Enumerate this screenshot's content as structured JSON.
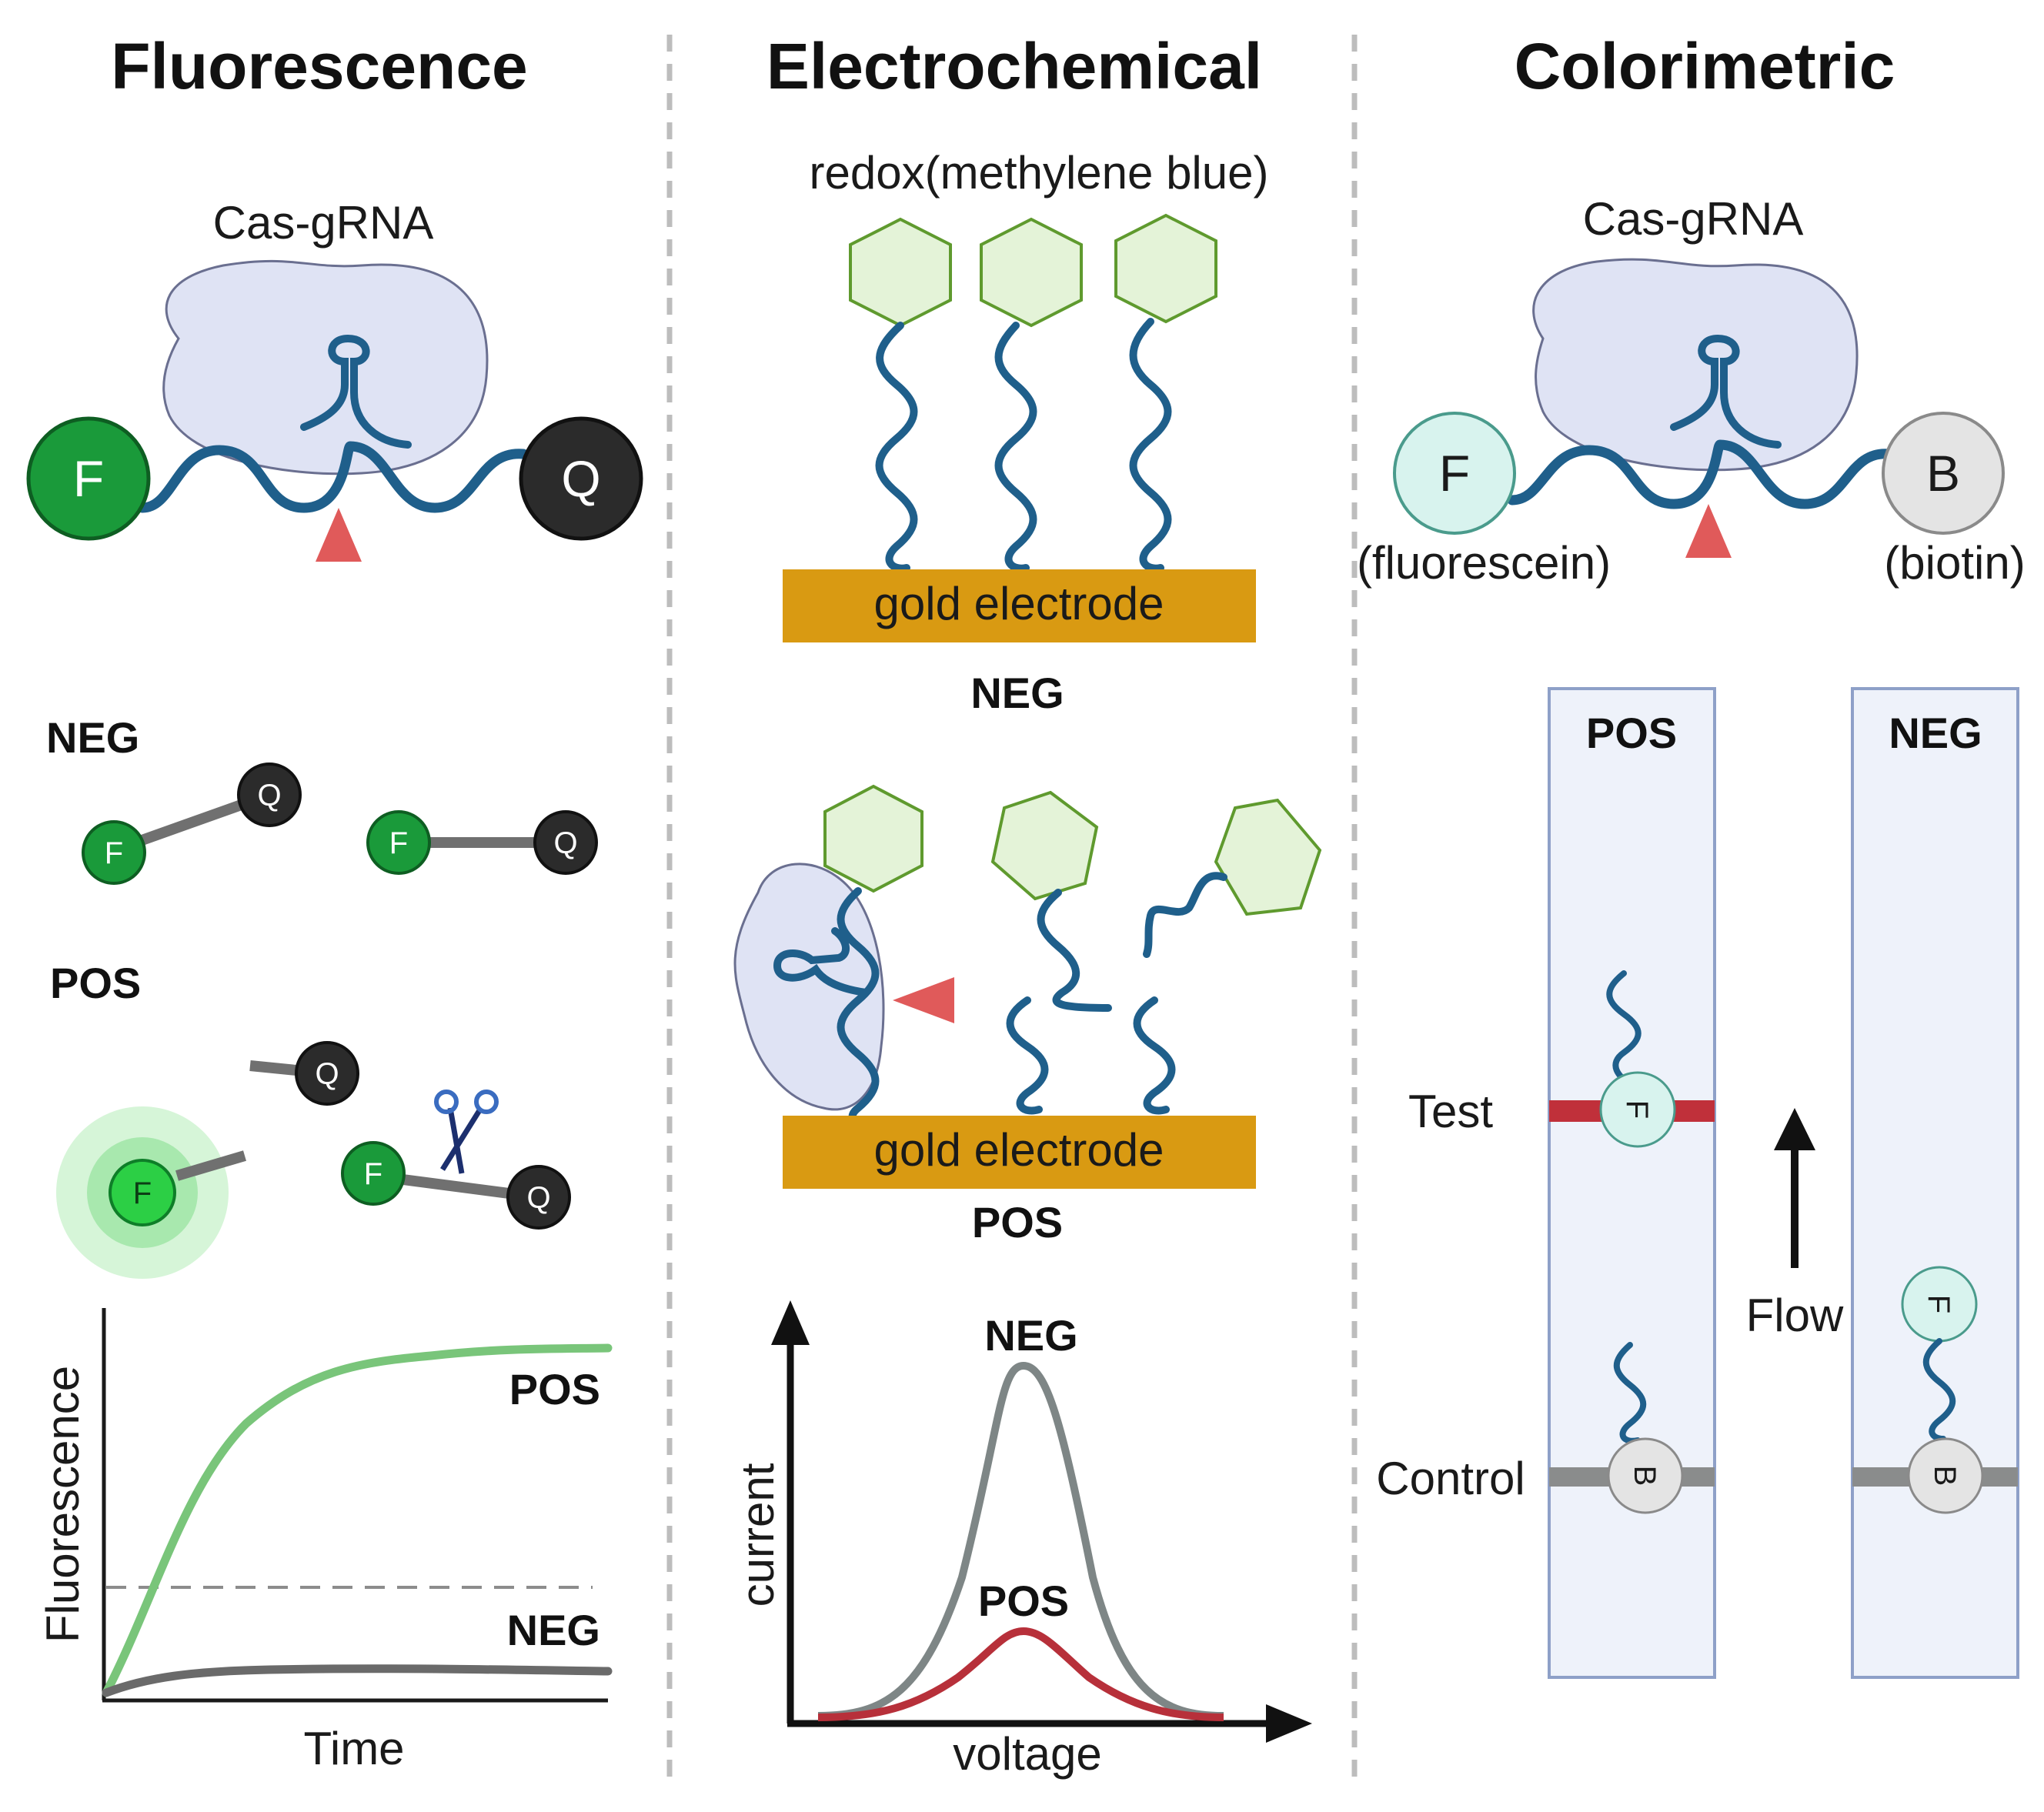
{
  "panels": {
    "fluorescence": {
      "title": "Fluorescence",
      "cas_label": "Cas-gRNA",
      "fluor_label": "F",
      "quencher_label": "Q",
      "neg_label": "NEG",
      "pos_label": "POS",
      "chart": {
        "ylabel": "Fluorescence",
        "xlabel": "Time",
        "pos_label": "POS",
        "neg_label": "NEG"
      }
    },
    "electrochemical": {
      "title": "Electrochemical",
      "redox_label": "redox(methylene blue)",
      "electrode_label": "gold electrode",
      "neg_label": "NEG",
      "pos_label": "POS",
      "chart": {
        "ylabel": "current",
        "xlabel": "voltage",
        "neg_label": "NEG",
        "pos_label": "POS"
      }
    },
    "colorimetric": {
      "title": "Colorimetric",
      "cas_label": "Cas-gRNA",
      "fluor_label": "F",
      "biotin_label": "B",
      "fluorescein_label": "(fluorescein)",
      "biotin_name_label": "(biotin)",
      "strip_pos_label": "POS",
      "strip_neg_label": "NEG",
      "test_label": "Test",
      "control_label": "Control",
      "flow_label": "Flow"
    }
  },
  "colors": {
    "dna": "#1f5f8b",
    "fluorophore": "#1a9a3a",
    "quencher": "#2b2b2b",
    "protein": "#dfe3f4",
    "protein_edge": "#6a6f90",
    "cut_marker": "#e05a5a",
    "hexagon_fill": "#e4f3d8",
    "hexagon_edge": "#5f9a2e",
    "electrode": "#d99a12",
    "strip_fill": "#eef2fa",
    "strip_edge": "#8ea0c8",
    "test_line": "#c0303a",
    "control_line": "#8a8c8c",
    "fluorescein_fill": "#d8f3ee",
    "biotin_fill": "#e4e4e4",
    "pos_curve_fluor": "#79c57a",
    "neg_curve": "#6a6a6a",
    "pos_curve_echem": "#b7303a",
    "neg_curve_echem": "#7e8686"
  }
}
